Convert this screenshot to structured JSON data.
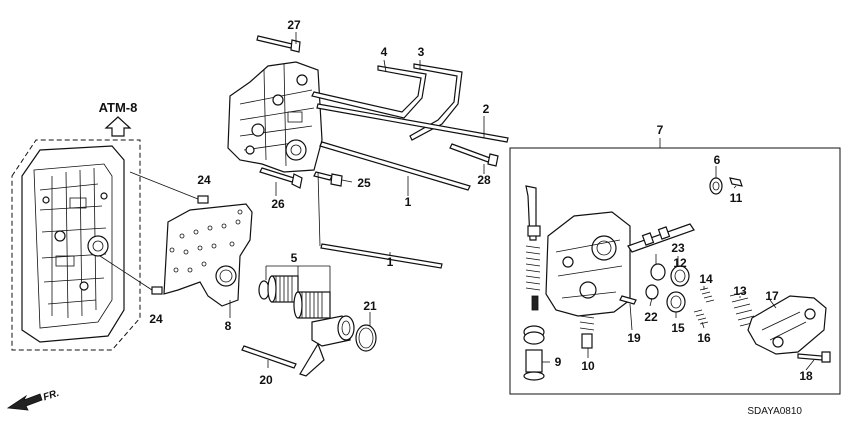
{
  "diagram": {
    "reference_label": "ATM-8",
    "direction_label": "FR.",
    "diagram_code": "SDAYA0810",
    "callouts": {
      "c1a": "1",
      "c1b": "1",
      "c2": "2",
      "c3": "3",
      "c4": "4",
      "c5": "5",
      "c6": "6",
      "c7": "7",
      "c8": "8",
      "c9": "9",
      "c10": "10",
      "c11": "11",
      "c12": "12",
      "c13": "13",
      "c14": "14",
      "c15": "15",
      "c16": "16",
      "c17": "17",
      "c18": "18",
      "c19": "19",
      "c20": "20",
      "c21": "21",
      "c22": "22",
      "c23": "23",
      "c24a": "24",
      "c24b": "24",
      "c25": "25",
      "c26": "26",
      "c27": "27",
      "c28": "28"
    }
  }
}
